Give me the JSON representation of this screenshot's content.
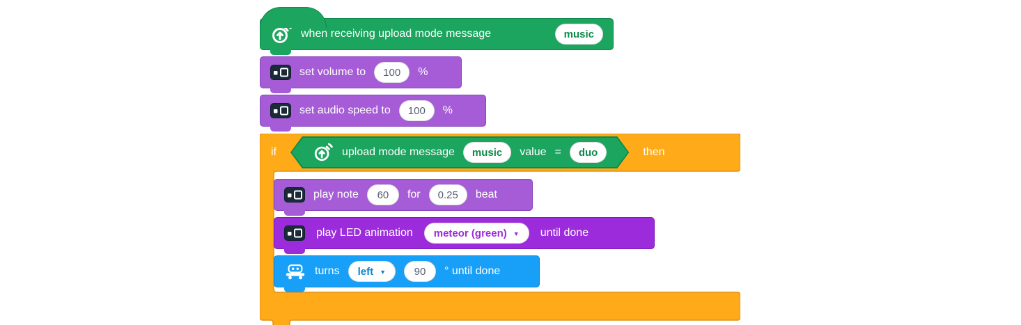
{
  "colors": {
    "green": "#1ba55e",
    "green_border": "#0e8a4b",
    "purple": "#a55cd6",
    "purple_border": "#8947bd",
    "ledpurple": "#9c2bdb",
    "ledpurple_border": "#7f1cb8",
    "blue": "#18a0f8",
    "blue_border": "#0d85d1",
    "orange": "#ffab19",
    "orange_border": "#e39112",
    "oval_text": "#575e75",
    "oval_text_green": "#0e8a4b"
  },
  "icons": {
    "hat": "upload-message-icon",
    "device": "device-icon",
    "robot": "robot-icon"
  },
  "hat_block": {
    "label": "when receiving upload mode message",
    "message": "music"
  },
  "set_volume_block": {
    "label": "set volume to",
    "value": "100",
    "unit": "%"
  },
  "set_audio_speed_block": {
    "label": "set audio speed to",
    "value": "100",
    "unit": "%"
  },
  "if_block": {
    "if_label": "if",
    "then_label": "then"
  },
  "condition_block": {
    "label": "upload mode message",
    "message": "music",
    "value_label": "value",
    "operator": "=",
    "compare_value": "duo"
  },
  "play_note_block": {
    "label": "play note",
    "note": "60",
    "for_label": "for",
    "beats": "0.25",
    "beat_label": "beat"
  },
  "play_led_block": {
    "label": "play LED animation",
    "animation": "meteor (green)",
    "caret": "▼",
    "suffix": "until done"
  },
  "turns_block": {
    "label": "turns",
    "direction": "left",
    "caret": "▼",
    "degrees": "90",
    "suffix": "° until done"
  }
}
